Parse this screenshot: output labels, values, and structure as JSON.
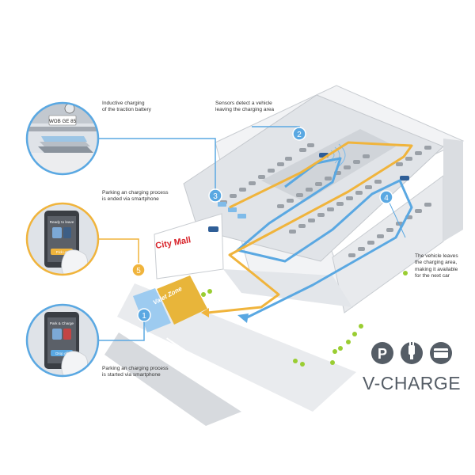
{
  "captions": {
    "inductive": [
      "Inductive charging",
      "of the traction battery"
    ],
    "sensors": [
      "Sensors detect a vehicle",
      "leaving the charging area"
    ],
    "ended": [
      "Parking an charging process",
      "is ended via smartphone"
    ],
    "leaves": [
      "The vehicle leaves",
      "the charging area,",
      "making it available",
      "for the next car"
    ],
    "started": [
      "Parking an charging process",
      "is started via smartphone"
    ]
  },
  "markers": [
    {
      "label": "1",
      "color": "#5aa8e2"
    },
    {
      "label": "2",
      "color": "#5aa8e2"
    },
    {
      "label": "3",
      "color": "#5aa8e2"
    },
    {
      "label": "4",
      "color": "#5aa8e2"
    },
    {
      "label": "5",
      "color": "#f0b43c"
    }
  ],
  "building_sign": "City Mall",
  "zone_label": "Valet Zone",
  "license_plate": "WOB GE 85",
  "phone_top": {
    "title": "Ready to leave",
    "button": "Pick up"
  },
  "phone_bottom": {
    "title": "Park & Charge",
    "button": "Drop off"
  },
  "logo": {
    "text": "V-CHARGE",
    "icon_p": "P"
  },
  "colors": {
    "blue": "#5aa8e2",
    "yellow": "#f0b43c",
    "red": "#d8232a",
    "zone": "#e8b53a",
    "grass": "#9acd32"
  }
}
